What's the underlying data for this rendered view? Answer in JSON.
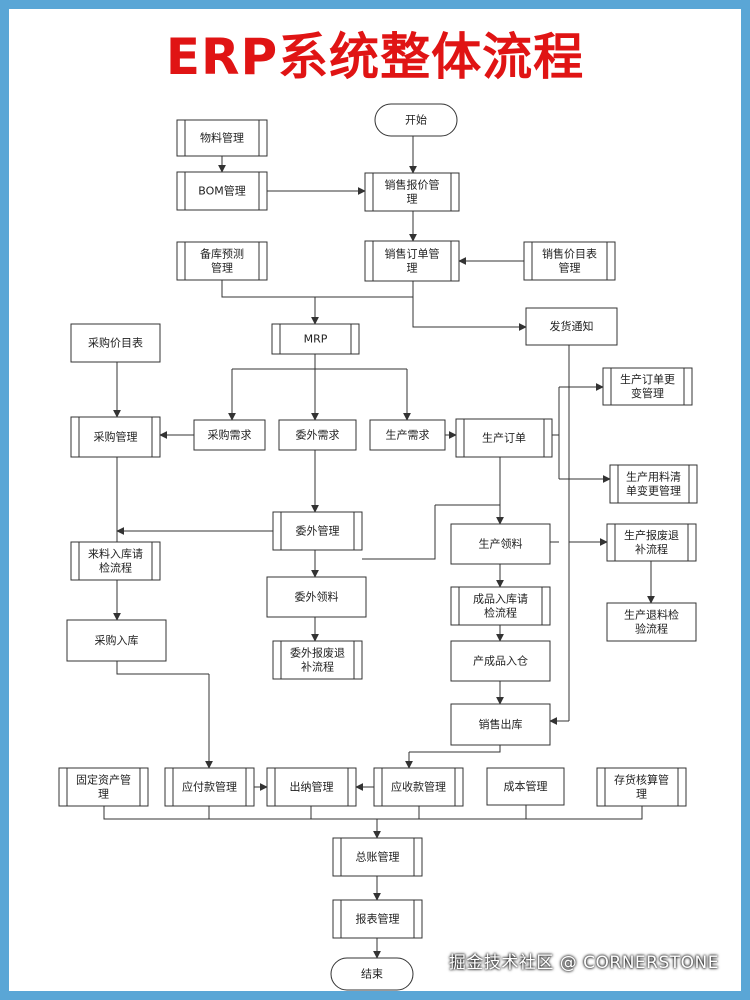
{
  "title": "ERP系统整体流程",
  "watermark": "掘金技术社区 @ CORNERSTONE",
  "colors": {
    "title": "#e01414",
    "border": "#5aa6d6",
    "line": "#333333"
  },
  "nodes": {
    "start": [
      "开始"
    ],
    "material": [
      "物料管理"
    ],
    "bom": [
      "BOM管理"
    ],
    "sales_quote": [
      "销售报价管",
      "理"
    ],
    "stock_forecast": [
      "备库预测",
      "管理"
    ],
    "sales_order": [
      "销售订单管",
      "理"
    ],
    "sales_price": [
      "销售价目表",
      "管理"
    ],
    "mrp": [
      "MRP"
    ],
    "ship_notice": [
      "发货通知"
    ],
    "purch_price": [
      "采购价目表"
    ],
    "prod_order_change": [
      "生产订单更",
      "变管理"
    ],
    "purch_mgmt": [
      "采购管理"
    ],
    "purch_demand": [
      "采购需求"
    ],
    "outsrc_demand": [
      "委外需求"
    ],
    "prod_demand": [
      "生产需求"
    ],
    "prod_order": [
      "生产订单"
    ],
    "prod_material_change": [
      "生产用料清",
      "单变更管理"
    ],
    "outsrc_mgmt": [
      "委外管理"
    ],
    "incoming_inspect": [
      "来料入库请",
      "检流程"
    ],
    "prod_picking": [
      "生产领料"
    ],
    "prod_scrap_return": [
      "生产报废退",
      "补流程"
    ],
    "outsrc_picking": [
      "委外领料"
    ],
    "fg_inspect": [
      "成品入库请",
      "检流程"
    ],
    "purch_inbound": [
      "采购入库"
    ],
    "prod_return_inspect": [
      "生产退料检",
      "验流程"
    ],
    "outsrc_scrap": [
      "委外报废退",
      "补流程"
    ],
    "fg_storage": [
      "产成品入仓"
    ],
    "sales_outbound": [
      "销售出库"
    ],
    "fixed_asset": [
      "固定资产管",
      "理"
    ],
    "payable": [
      "应付款管理"
    ],
    "cashier": [
      "出纳管理"
    ],
    "receivable": [
      "应收款管理"
    ],
    "cost": [
      "成本管理"
    ],
    "inventory_acct": [
      "存货核算管",
      "理"
    ],
    "ledger": [
      "总账管理"
    ],
    "report": [
      "报表管理"
    ],
    "end": [
      "结束"
    ]
  }
}
